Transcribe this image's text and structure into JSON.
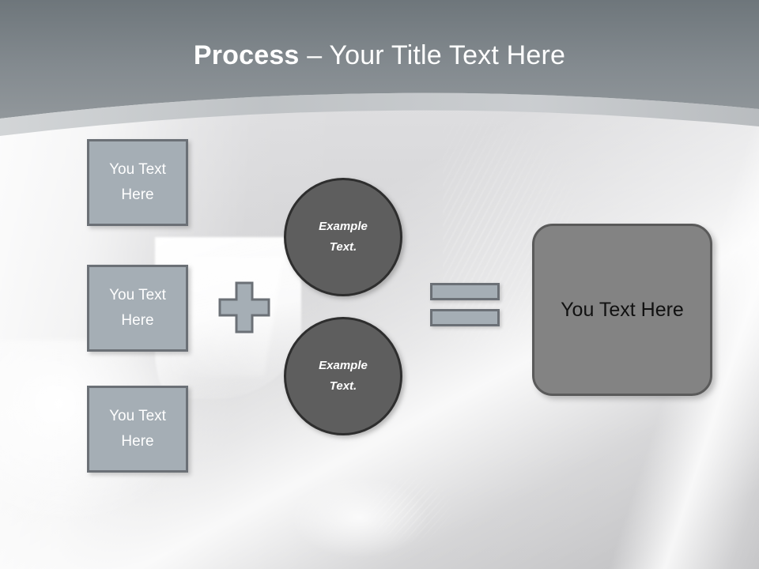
{
  "slide": {
    "title_strong": "Process",
    "title_rest": " – Your Title Text Here",
    "background_description": "grayscale photo of sunlit curtain folds"
  },
  "colors": {
    "header_top": "#737b80",
    "header_bottom": "#8f9599",
    "input_box_fill": "#a5aeb5",
    "input_box_border": "#6b7076",
    "circle_fill": "#5e5e5e",
    "circle_border": "#2e2e2e",
    "result_fill": "#838383",
    "result_border": "#5a5a5a",
    "title_text": "#ffffff",
    "input_text": "#ffffff",
    "circle_text": "#ffffff",
    "result_text": "#111111"
  },
  "inputs": [
    {
      "line1": "You Text",
      "line2": "Here"
    },
    {
      "line1": "You Text",
      "line2": "Here"
    },
    {
      "line1": "You Text",
      "line2": "Here"
    }
  ],
  "operators": {
    "plus": "+",
    "equals": "="
  },
  "circles": [
    {
      "line1": "Example",
      "line2": "Text."
    },
    {
      "line1": "Example",
      "line2": "Text."
    }
  ],
  "result": {
    "label": "You Text Here"
  }
}
